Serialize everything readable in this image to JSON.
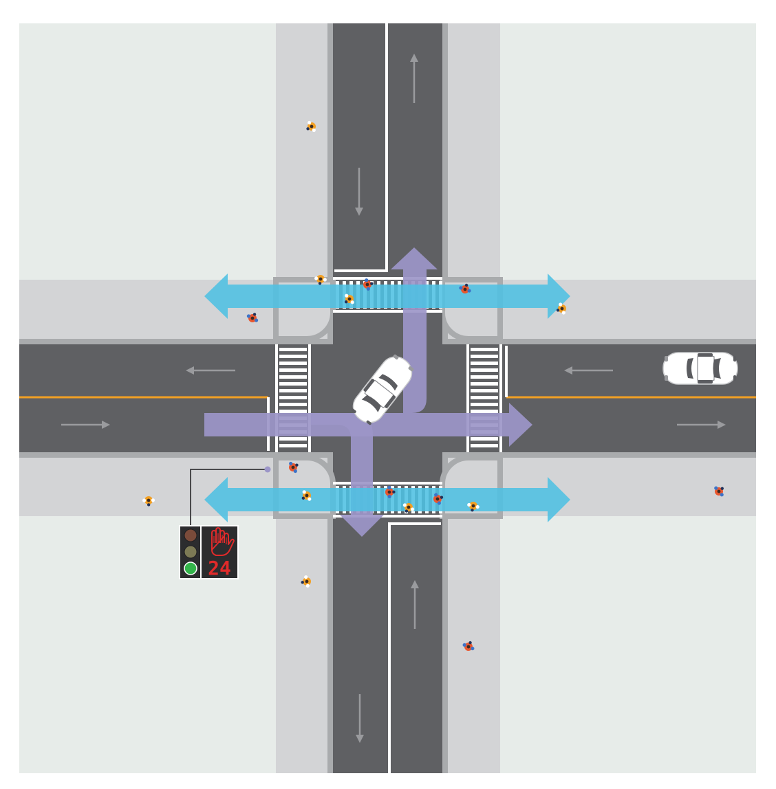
{
  "colors": {
    "background": "#ffffff",
    "block": "#e7ece9",
    "sidewalk": "#d3d4d6",
    "curb": "#a9abad",
    "road": "#5f6063",
    "lane_center": "#f2a024",
    "lane_edge": "#ffffff",
    "arrow": "#9a9b9e",
    "pedestrian_flow": "#4ec0e3",
    "vehicle_flow": "#9c96c8",
    "car_body": "#ffffff",
    "car_glass": "#5b5c60",
    "signal_housing": "#2c2c2e",
    "signal_red_off": "#7a4b3a",
    "signal_yellow_off": "#7d7a55",
    "signal_green_on": "#33b44a",
    "walk_signal_red": "#e02a2a",
    "pointer_dot": "#9c96c8"
  },
  "icons": {
    "pedestrian": "pedestrian-icon",
    "car": "car-icon",
    "traffic_light": "traffic-light-icon",
    "stop_hand": "hand-stop-icon",
    "lane_arrow": "lane-arrow-icon"
  },
  "signal": {
    "vehicle_active": "green",
    "pedestrian_state": "dont-walk",
    "countdown": "24"
  }
}
